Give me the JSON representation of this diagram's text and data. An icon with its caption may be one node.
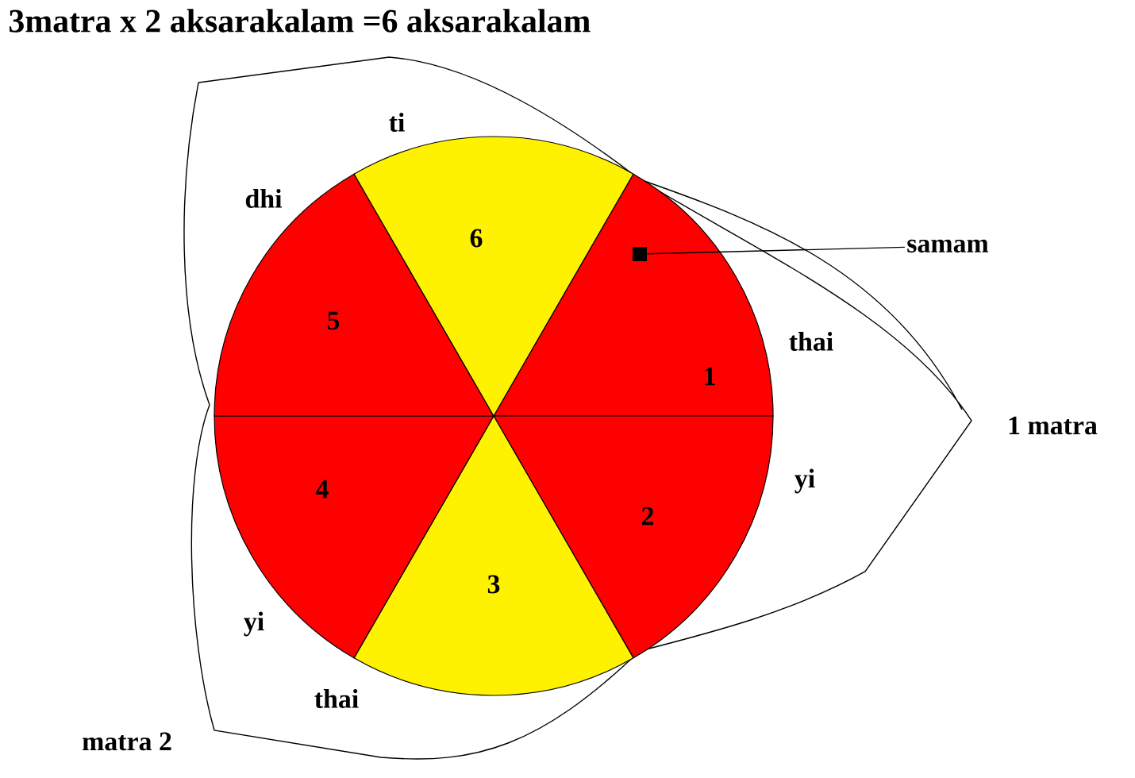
{
  "diagram": {
    "title": "3matra x 2 aksarakalam =6 aksarakalam",
    "nodes": [
      {
        "text": [
          "1"
        ]
      },
      {
        "text": [
          "2"
        ]
      },
      {
        "text": [
          "3"
        ]
      },
      {
        "text": [
          "4"
        ]
      },
      {
        "text": [
          "5"
        ]
      },
      {
        "text": [
          "6"
        ]
      },
      {
        "text": [
          "samam"
        ]
      },
      {
        "text": [],
        "shape": "box",
        "in": 0
      }
    ],
    "edges": [
      {
        "from": 6,
        "to": 7,
        "arrow": "none"
      }
    ],
    "labels": [
      "ti",
      "dhi",
      "thai",
      "yi",
      "**1** matra",
      "yi",
      "thai",
      "matra **2**"
    ]
  }
}
